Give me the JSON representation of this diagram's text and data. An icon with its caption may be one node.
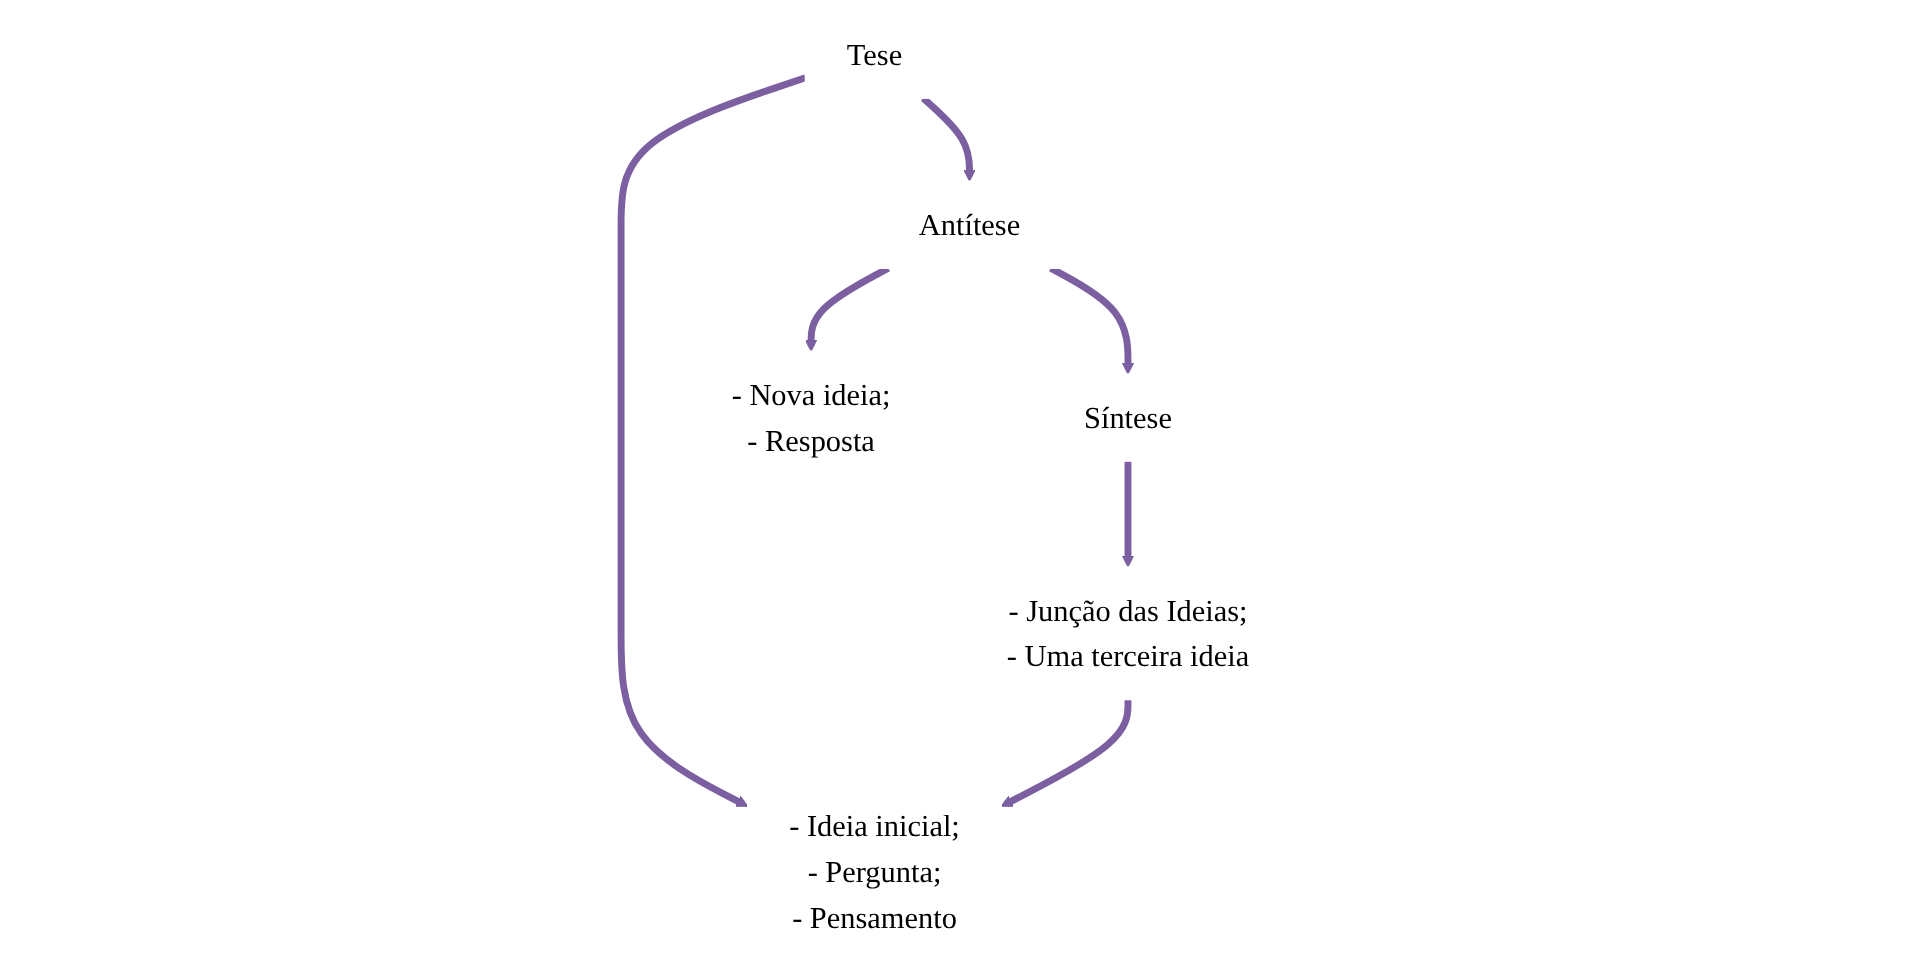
{
  "diagram": {
    "nodes": [
      {
        "text": [
          "Tese"
        ]
      },
      {
        "text": [
          "Antítese"
        ]
      },
      {
        "text": [
          "Síntese"
        ]
      },
      {
        "text": [
          "- Ideia inicial;",
          "- Pergunta;",
          "- Pensamento"
        ]
      },
      {
        "text": [
          "- Nova ideia;",
          "- Resposta"
        ]
      },
      {
        "text": [
          "- Junção das Ideias;",
          "- Uma terceira ideia"
        ]
      }
    ],
    "edges": [
      {
        "from": 0,
        "to": 1,
        "arrow": "to"
      },
      {
        "from": 1,
        "to": 2,
        "arrow": "to"
      },
      {
        "from": 0,
        "to": 3,
        "arrow": "to"
      },
      {
        "from": 1,
        "to": 4,
        "arrow": "to"
      },
      {
        "from": 2,
        "to": 5,
        "arrow": "to"
      },
      {
        "from": 5,
        "to": 3,
        "arrow": "to"
      }
    ]
  }
}
